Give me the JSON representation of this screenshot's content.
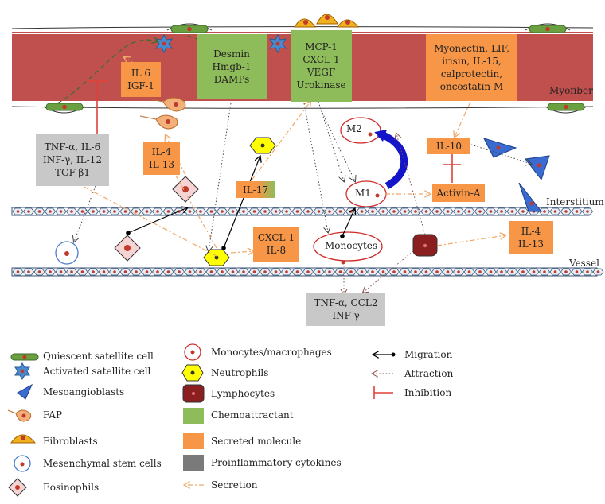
{
  "boxes": {
    "il6": "IL 6\nIGF-1",
    "desmin": "Desmin\nHmgb-1\nDAMPs",
    "mcp": "MCP-1\nCXCL-1\nVEGF\nUrokinase",
    "myonectin": "Myonectin, LIF,\nirisin, IL-15,\ncalprotectin,\noncostatin M",
    "tnf1": "TNF-α, IL-6\nINF-γ, IL-12\nTGF-β1",
    "il4a": "IL-4\nIL-13",
    "il17": "IL-17",
    "il10": "IL-10",
    "activin": "Activin-A",
    "cxcl": "CXCL-1\nIL-8",
    "il4b": "IL-4\nIL-13",
    "tnf2": "TNF-α, CCL2\nINF-γ"
  },
  "labels": {
    "myofiber": "Myofiber",
    "interstitium": "Interstitium",
    "vessel": "Vessel",
    "m2": "M2",
    "m1": "M1",
    "monocytes": "Monocytes"
  },
  "legend": {
    "col1": [
      {
        "icon": "quiescent-satellite-cell-icon",
        "label": "Quiescent satellite cell"
      },
      {
        "icon": "activated-satellite-cell-icon",
        "label": "Activated satellite cell"
      },
      {
        "icon": "mesoangioblast-icon",
        "label": "Mesoangioblasts"
      },
      {
        "icon": "fap-icon",
        "label": "FAP"
      },
      {
        "icon": "fibroblast-icon",
        "label": "Fibroblasts"
      },
      {
        "icon": "mesenchymal-stem-cell-icon",
        "label": "Mesenchymal stem cells"
      },
      {
        "icon": "eosinophil-icon",
        "label": "Eosinophils"
      }
    ],
    "col2": [
      {
        "icon": "monocyte-macrophage-icon",
        "label": "Monocytes/macrophages"
      },
      {
        "icon": "neutrophil-icon",
        "label": "Neutrophils"
      },
      {
        "icon": "lymphocyte-icon",
        "label": "Lymphocytes"
      },
      {
        "icon": "chemoattractant-swatch",
        "label": "Chemoattractant"
      },
      {
        "icon": "secreted-molecule-swatch",
        "label": "Secreted molecule"
      },
      {
        "icon": "proinflammatory-swatch",
        "label": "Proinflammatory cytokines"
      },
      {
        "icon": "secretion-arrow-icon",
        "label": "Secretion"
      }
    ],
    "col3": [
      {
        "icon": "migration-arrow-icon",
        "label": "Migration"
      },
      {
        "icon": "attraction-arrow-icon",
        "label": "Attraction"
      },
      {
        "icon": "inhibition-icon",
        "label": "Inhibition"
      }
    ]
  },
  "colors": {
    "myofiber": "#c0504d",
    "chemoattractant": "#8fbc5a",
    "secreted": "#f79646",
    "proinflammatory": "#c8c8c8",
    "vessel": "#3b5577",
    "inhibition": "#e0403a",
    "secretion": "#f0a868"
  }
}
